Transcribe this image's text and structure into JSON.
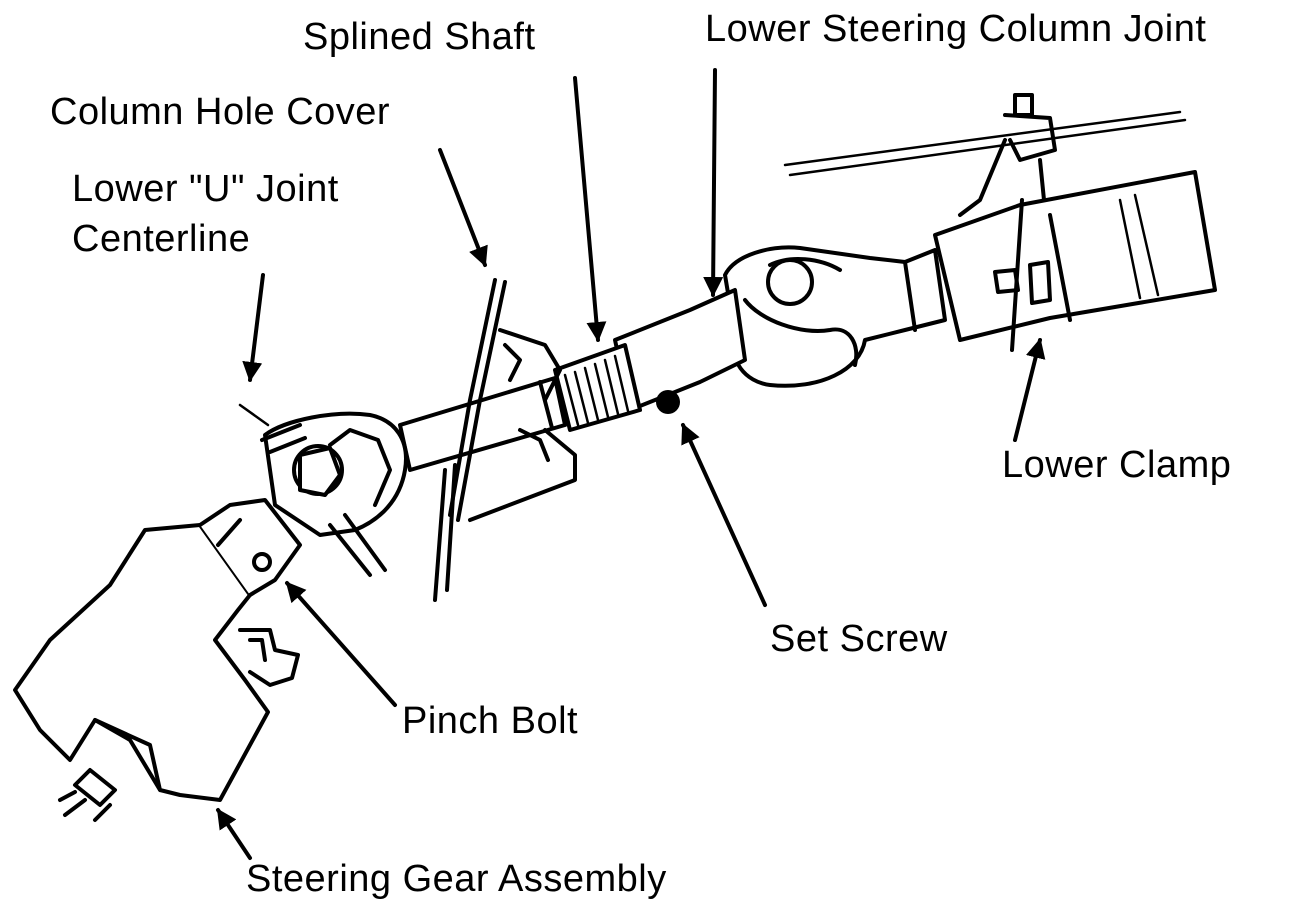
{
  "labels": {
    "splined_shaft": "Splined Shaft",
    "lower_steering_column_joint": "Lower Steering Column Joint",
    "column_hole_cover": "Column Hole Cover",
    "lower_u_joint_centerline_line1": "Lower \"U\" Joint",
    "lower_u_joint_centerline_line2": "Centerline",
    "lower_clamp": "Lower Clamp",
    "set_screw": "Set Screw",
    "pinch_bolt": "Pinch Bolt",
    "steering_gear_assembly": "Steering Gear Assembly"
  }
}
